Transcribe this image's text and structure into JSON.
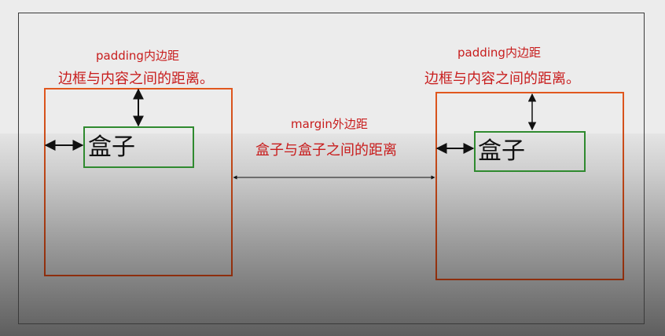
{
  "diagram": {
    "left_box": {
      "padding_title": "padding内边距",
      "padding_desc": "边框与内容之间的距离。",
      "content_label": "盒子"
    },
    "right_box": {
      "padding_title": "padding内边距",
      "padding_desc": "边框与内容之间的距离。",
      "content_label": "盒子"
    },
    "margin": {
      "title": "margin外边距",
      "desc": "盒子与盒子之间的距离"
    }
  },
  "colors": {
    "label_red": "#c81d1d",
    "outer_border": "#d35b1e",
    "inner_border": "#2f8a2f",
    "arrow": "#111111"
  }
}
